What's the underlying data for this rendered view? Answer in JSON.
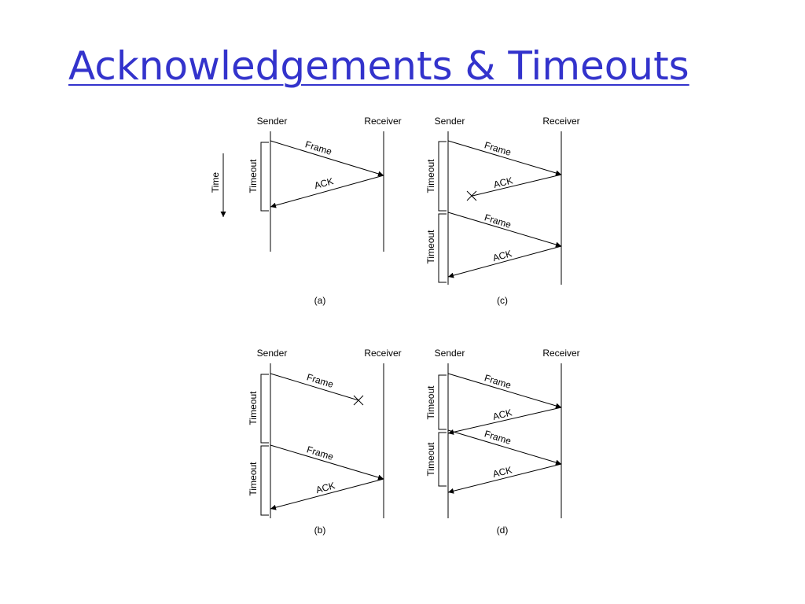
{
  "slide": {
    "title": "Acknowledgements & Timeouts",
    "title_color": "#3333cc"
  },
  "axis": {
    "time_label": "Time"
  },
  "labels": {
    "sender": "Sender",
    "receiver": "Receiver",
    "frame": "Frame",
    "ack": "ACK",
    "timeout": "Timeout"
  },
  "captions": {
    "a": "(a)",
    "b": "(b)",
    "c": "(c)",
    "d": "(d)"
  }
}
